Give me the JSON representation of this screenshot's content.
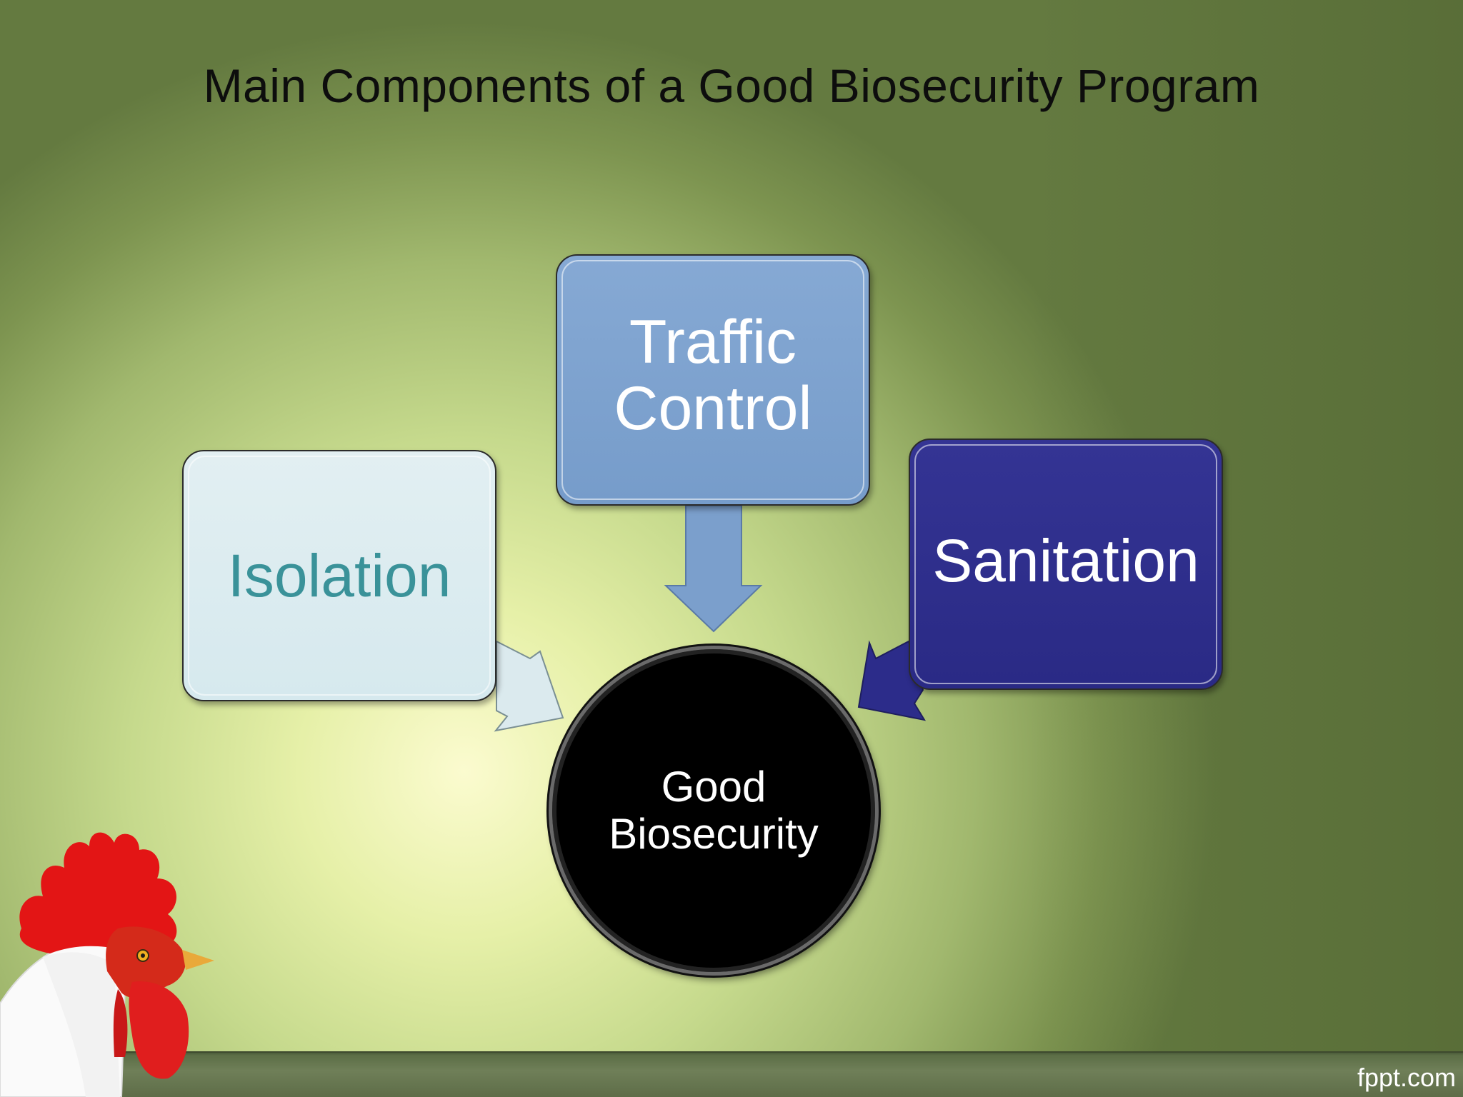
{
  "slide": {
    "title": "Main Components of a Good Biosecurity Program",
    "brand": "fppt.com"
  },
  "diagram": {
    "center": {
      "line1": "Good",
      "line2": "Biosecurity",
      "color": "#000000"
    },
    "components": [
      {
        "line1": "Isolation",
        "line2": "",
        "color": "#d6e9ee",
        "text_color": "#3a9299"
      },
      {
        "line1": "Traffic",
        "line2": "Control",
        "color": "#769cca",
        "text_color": "#ffffff"
      },
      {
        "line1": "Sanitation",
        "line2": "",
        "color": "#2a2a85",
        "text_color": "#ffffff"
      }
    ]
  },
  "decorations": {
    "rooster": "rooster-illustration"
  }
}
